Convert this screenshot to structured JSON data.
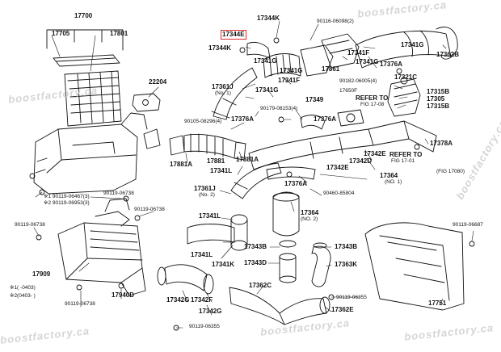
{
  "diagram": {
    "title": "Toyota air intake / intercooler parts diagram",
    "highlight_color": "#e0282a",
    "watermark": "boostfactory.ca",
    "labels": {
      "p17700": "17700",
      "p17705": "17705",
      "p17801": "17801",
      "p22204": "22204",
      "p17344k_top": "17344K",
      "p17344e": "17344E",
      "p17344k_left": "17344K",
      "p90116": "90116-06098(2)",
      "p17361j_a": "17361J",
      "p17361j_a_no": "(No. 1)",
      "p17341g_a": "17341G",
      "p17341f_a": "17341F",
      "p17341g_b": "17341G",
      "p17341g_c": "17341G",
      "p17341f_b": "17341F",
      "p17376a_a": "17376A",
      "p17861": "17861",
      "p17341g_d": "17341G",
      "p17362b": "17362B",
      "p17321c": "17321C",
      "p90182": "90182-06005(4)",
      "p17315b_a": "17315B",
      "p17305": "17305",
      "p17315b_b": "17315B",
      "p17650f": "17650F",
      "refer_to_1": "REFER TO",
      "fig_17_08": "FIG 17-08",
      "refer_to_2": "REFER TO",
      "fig_17_01": "FIG 17-01",
      "fig_17080": "(FIG 17080)",
      "p17376a_b": "17376A",
      "p17376a_c": "17376A",
      "p17349": "17349",
      "p90179": "90179-08153(4)",
      "p90105": "90105-08296(4)",
      "p17881": "17881",
      "p17881a_a": "17881A",
      "p17881a_b": "17881A",
      "p17341l_a": "17341L",
      "p17342d": "17342D",
      "p17342e_a": "17342E",
      "p17342e_b": "17342E",
      "p17378a": "17378A",
      "p17364_a": "17364",
      "p17364_a_no": "(NO. 1)",
      "p17376a_d": "17376A",
      "p90460": "90460-85804",
      "p17361j_b": "17361J",
      "p17361j_b_no": "(No. 2)",
      "p17364_b": "17364",
      "p17364_b_no": "(NO. 2)",
      "p17341l_b": "17341L",
      "p17343b_a": "17343B",
      "p17343b_b": "17343B",
      "p17343d": "17343D",
      "p17363k": "17363K",
      "p17341l_c": "17341L",
      "p17341k": "17341K",
      "p17362c": "17362C",
      "p90119_06355_a": "90119-06355",
      "p17362e": "17362E",
      "p17751": "17751",
      "p90119_06687": "90119-06687",
      "p17342g": "17342G",
      "p17342f": "17342F",
      "p17342g_b": "17342G",
      "p90119_06355_b": "90119-06355",
      "p90119_06467": "※1 90119-06467(3)",
      "p90119_06953": "※2 90119-06953(3)",
      "p90119_06738_a": "90119-06738",
      "p90119_06738_b": "90119-06738",
      "p90119_06738_c": "90119-06738",
      "p90119_06738_d": "90119-06738",
      "p17909": "17909",
      "p17940d": "17940D",
      "note1": "※1(    -0403)",
      "note2": "※2(0403-    )"
    }
  }
}
